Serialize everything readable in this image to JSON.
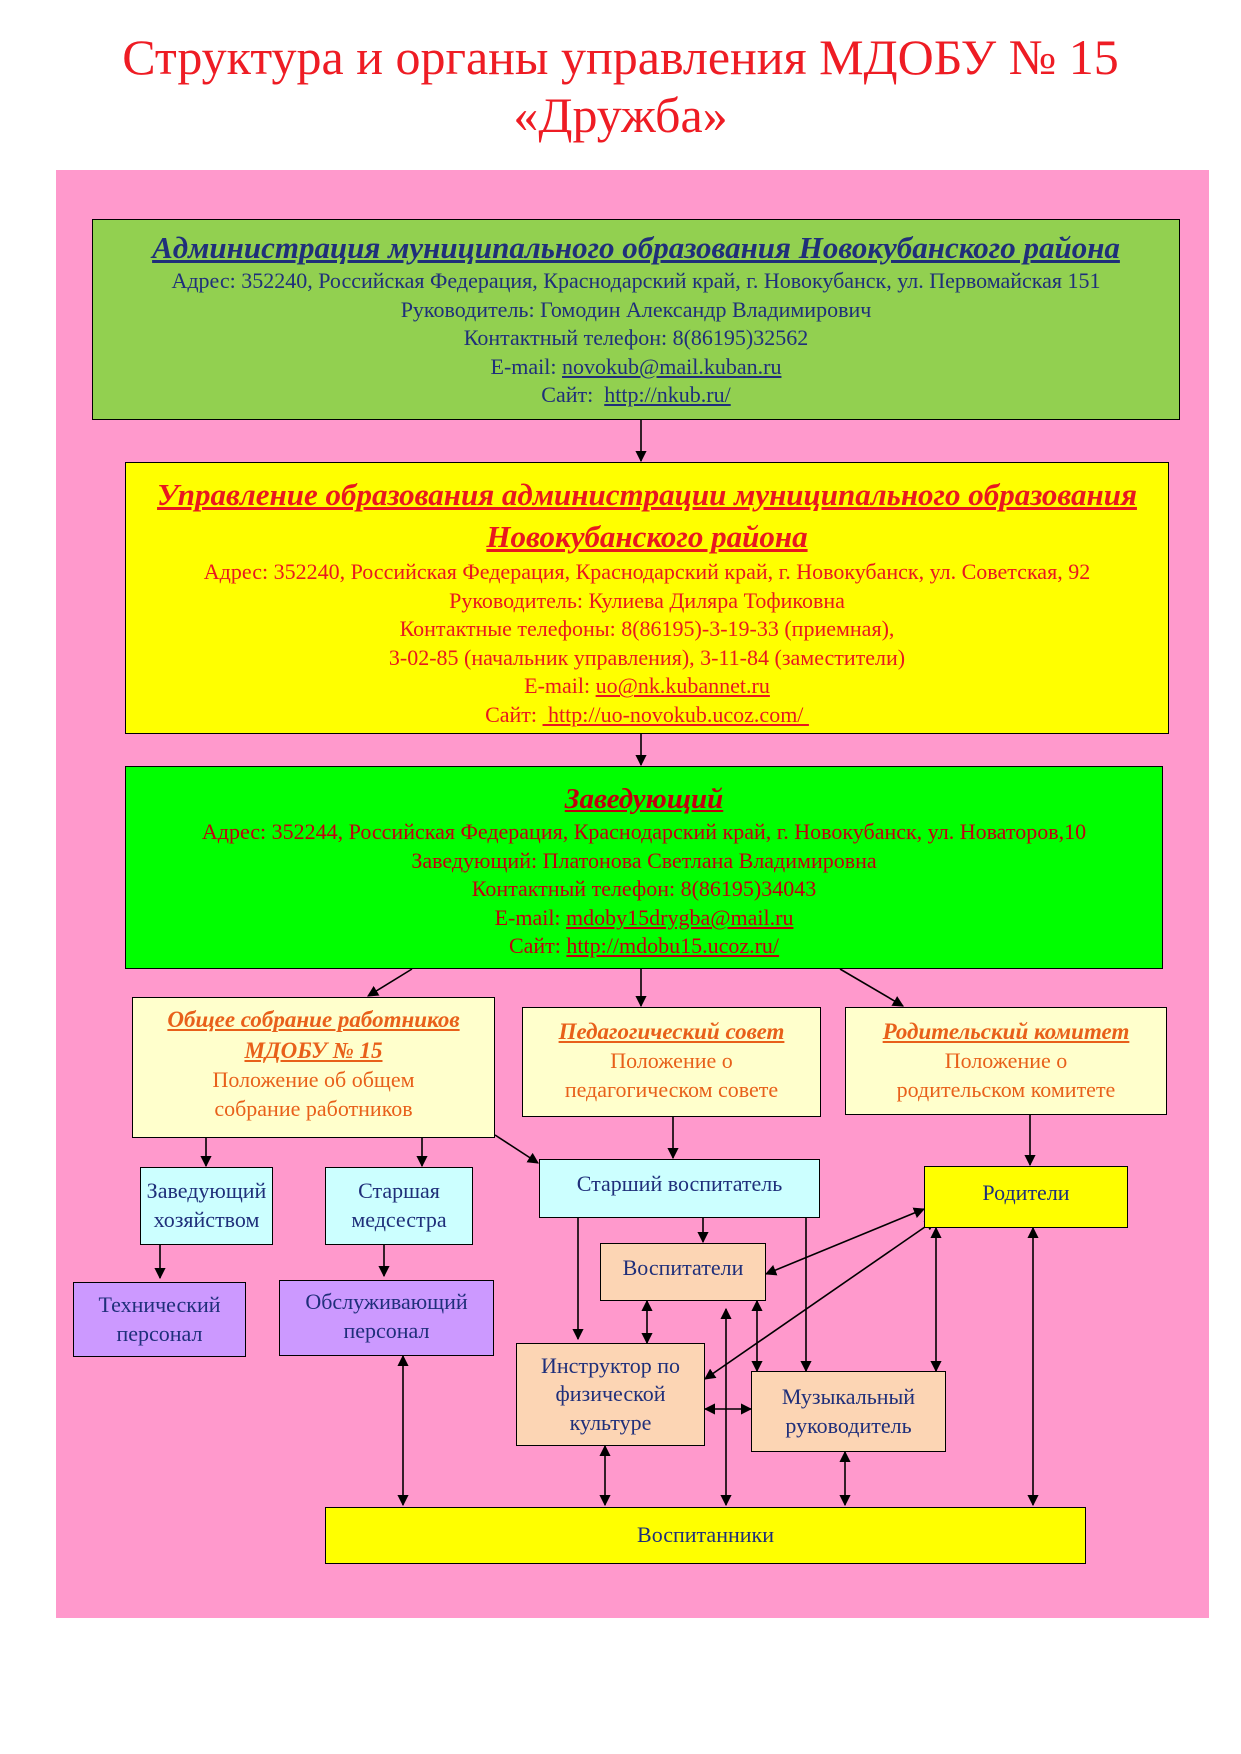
{
  "title": {
    "line1": "Структура и органы управления МДОБУ № 15",
    "line2": "«Дружба»"
  },
  "administration": {
    "heading": "Администрация муниципального образования Новокубанского района",
    "address": "Адрес: 352240, Российская Федерация, Краснодарский край, г. Новокубанск, ул. Первомайская 151",
    "head": "Руководитель: Гомодин Александр Владимирович",
    "phone": "Контактный телефон: 8(86195)32562",
    "email_label": "E-mail: ",
    "email": "novokub@mail.kuban.ru",
    "site_label": "Сайт:  ",
    "site": "http://nkub.ru/"
  },
  "education_dept": {
    "heading_line1": "Управление образования администрации муниципального образования",
    "heading_line2": "Новокубанского района",
    "address": "Адрес: 352240, Российская Федерация, Краснодарский край, г. Новокубанск, ул. Советская, 92",
    "head": "Руководитель: Кулиева Диляра Тофиковна",
    "phones_line1": "Контактные телефоны: 8(86195)-3-19-33 (приемная),",
    "phones_line2": "3-02-85 (начальник управления), 3-11-84 (заместители)",
    "email_label": "E-mail: ",
    "email": "uo@nk.kubannet.ru",
    "site_label": "Сайт: ",
    "site": " http://uo-novokub.ucoz.com/ "
  },
  "head_office": {
    "heading": "Заведующий",
    "address": "Адрес: 352244, Российская Федерация, Краснодарский край, г. Новокубанск, ул. Новаторов,10",
    "head": "Заведующий: Платонова Светлана Владимировна",
    "phone": "Контактный телефон: 8(86195)34043",
    "email_label": "E-mail: ",
    "email": "mdoby15drygba@mail.ru",
    "site_label": "Сайт: ",
    "site": "http://mdobu15.ucoz.ru/"
  },
  "councils": {
    "general_meeting": {
      "heading_line1": "Общее собрание работников",
      "heading_line2": "МДОБУ № 15",
      "text_line1": "Положение об общем",
      "text_line2": "собрание работников"
    },
    "pedagogical": {
      "heading": "Педагогический совет",
      "text_line1": "Положение о",
      "text_line2": "педагогическом совете"
    },
    "parents_committee": {
      "heading": "Родительский комитет",
      "text_line1": "Положение о",
      "text_line2": "родительском комитете"
    }
  },
  "staff": {
    "household_head": [
      "Заведующий",
      "хозяйством"
    ],
    "head_nurse": [
      "Старшая",
      "медсестра"
    ],
    "senior_educator": "Старший воспитатель",
    "parents": "Родители",
    "educators": "Воспитатели",
    "technical": [
      "Технический",
      "персонал"
    ],
    "service": [
      "Обслуживающий",
      "персонал"
    ],
    "pe_instructor": [
      "Инструктор по",
      "физической",
      "культуре"
    ],
    "music_director": [
      "Музыкальный",
      "руководитель"
    ],
    "pupils": "Воспитанники"
  },
  "colors": {
    "background": "#ff99cc",
    "admin_fill": "#92d050",
    "dept_fill": "#ffff00",
    "head_fill": "#00ff00",
    "council_fill": "#ffffcc",
    "staff_fill": "#ccffff",
    "orange_fill": "#fcd5b4",
    "purple_fill": "#cc99ff",
    "title_color": "#ee1c24"
  }
}
